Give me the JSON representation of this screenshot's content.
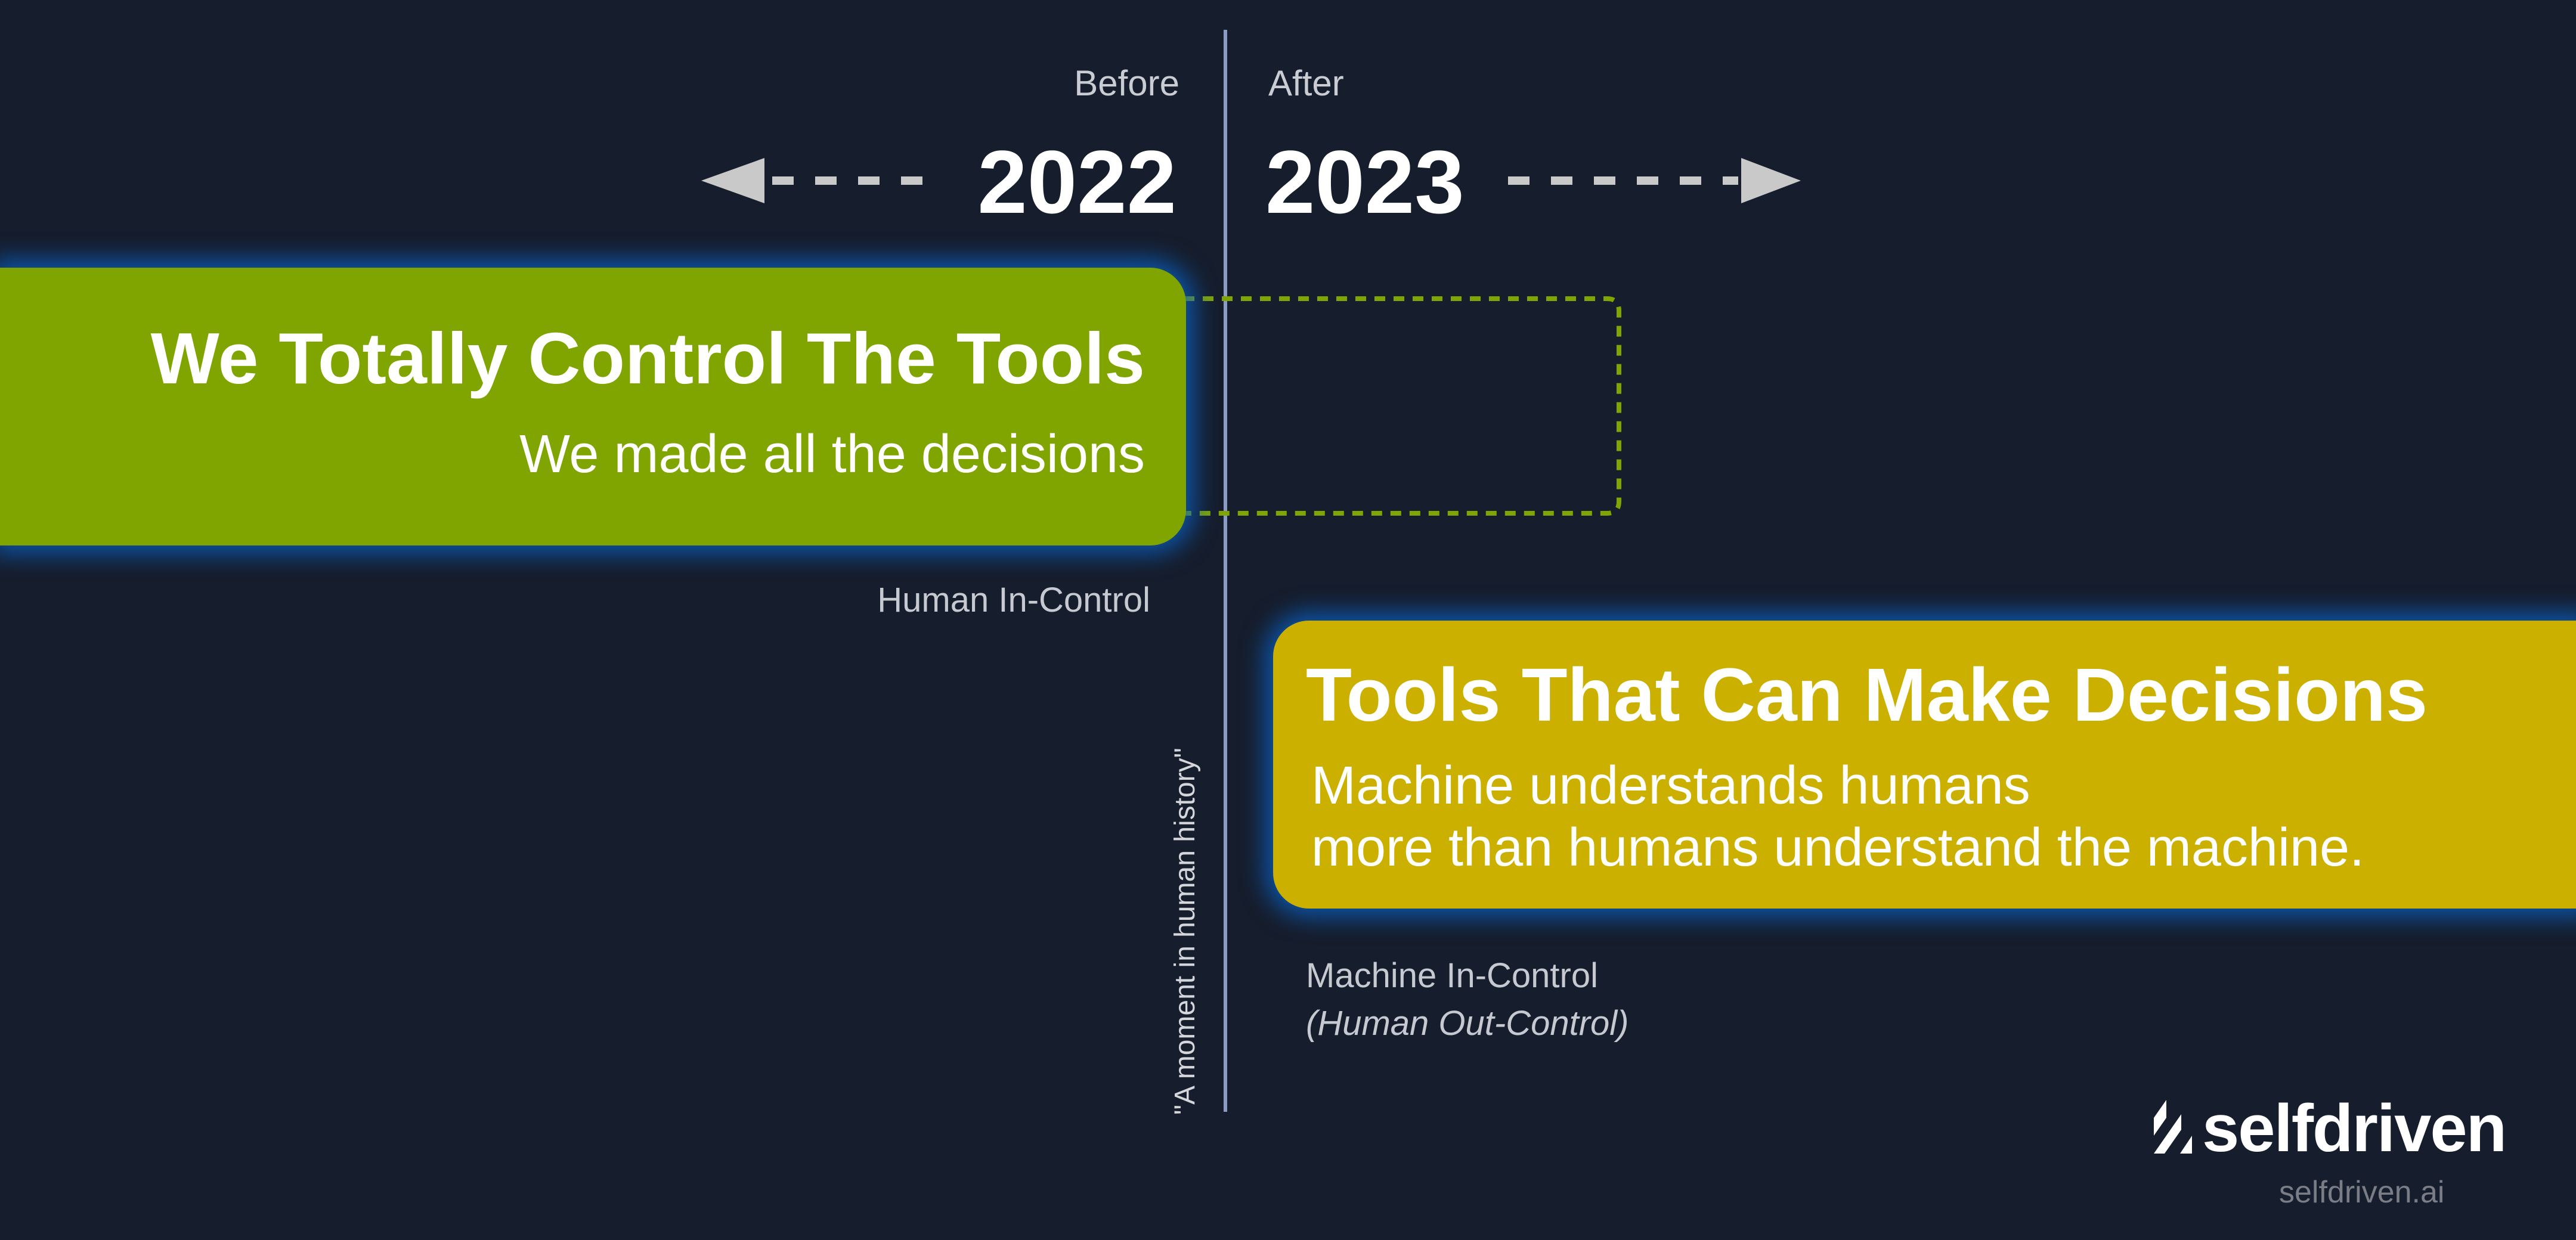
{
  "timeline": {
    "before_label": "Before",
    "after_label": "After",
    "year_before": "2022",
    "year_after": "2023",
    "divider_quote": "\"A moment in human history\""
  },
  "before_card": {
    "title": "We Totally Control The Tools",
    "subtitle": "We made all the decisions",
    "caption": "Human In-Control",
    "color": "#80a500"
  },
  "after_card": {
    "title": "Tools That Can Make Decisions",
    "subtitle_lines": [
      "Machine understands humans",
      "more than humans understand the machine."
    ],
    "caption": "Machine In-Control",
    "caption_note": "(Human Out-Control)",
    "color": "#ccb000"
  },
  "glow_color": "#0a5fbe",
  "brand": {
    "name": "selfdriven",
    "url": "selfdriven.ai"
  }
}
